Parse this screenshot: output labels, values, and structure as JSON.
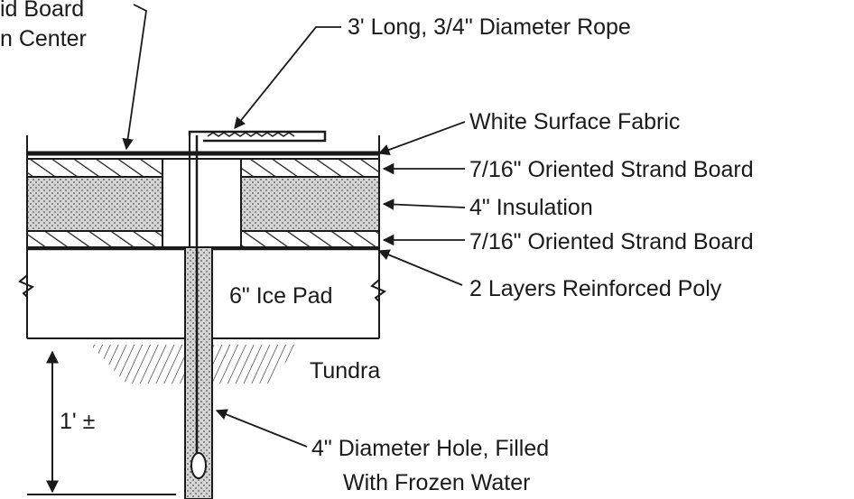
{
  "labels": {
    "top_left_line1": "id Board",
    "top_left_line2": "n Center",
    "rope": "3' Long, 3/4\" Diameter Rope",
    "white_fabric": "White Surface Fabric",
    "osb_top": "7/16\" Oriented Strand Board",
    "insulation": "4\" Insulation",
    "osb_bottom": "7/16\" Oriented Strand Board",
    "poly": "2 Layers Reinforced Poly",
    "ice_pad": "6\" Ice Pad",
    "tundra": "Tundra",
    "depth": "1' ±",
    "hole_line1": "4\" Diameter Hole, Filled",
    "hole_line2": "With Frozen Water"
  },
  "colors": {
    "ink": "#1a1a1a",
    "insulation_fill": "#c8c8c8",
    "background": "#ffffff"
  }
}
